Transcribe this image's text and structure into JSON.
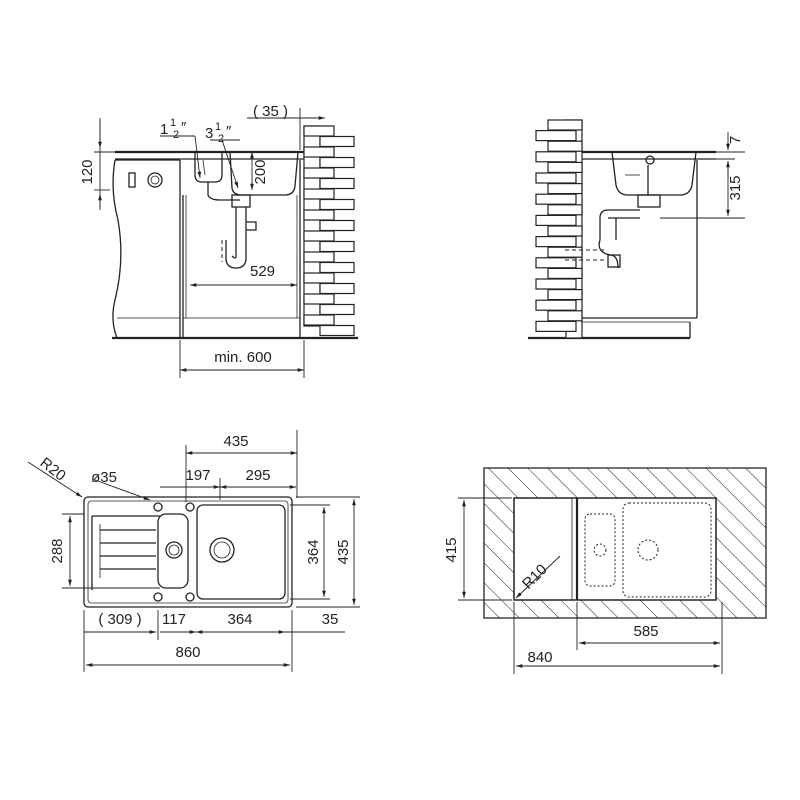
{
  "colors": {
    "line": "#222222",
    "background": "#ffffff"
  },
  "front_view": {
    "dim_35": "( 35 )",
    "dim_pipe1_whole": "1",
    "dim_pipe1_frac_num": "1",
    "dim_pipe1_frac_den": "2",
    "dim_pipe1_mark": "″",
    "dim_pipe2_whole": "3",
    "dim_pipe2_frac_num": "1",
    "dim_pipe2_frac_den": "2",
    "dim_pipe2_mark": "″",
    "dim_120": "120",
    "dim_200": "200",
    "dim_529": "529",
    "dim_min600": "min. 600"
  },
  "side_view": {
    "dim_7": "7",
    "dim_315": "315"
  },
  "top_view": {
    "dim_r20": "R20",
    "dim_d35": "ø35",
    "dim_435_top": "435",
    "dim_197": "197",
    "dim_295": "295",
    "dim_288": "288",
    "dim_364_v": "364",
    "dim_435_v": "435",
    "dim_309": "( 309 )",
    "dim_117": "117",
    "dim_364_h": "364",
    "dim_35_h": "35",
    "dim_860": "860"
  },
  "cutout_view": {
    "dim_415": "415",
    "dim_r10": "R10",
    "dim_585": "585",
    "dim_840": "840"
  }
}
